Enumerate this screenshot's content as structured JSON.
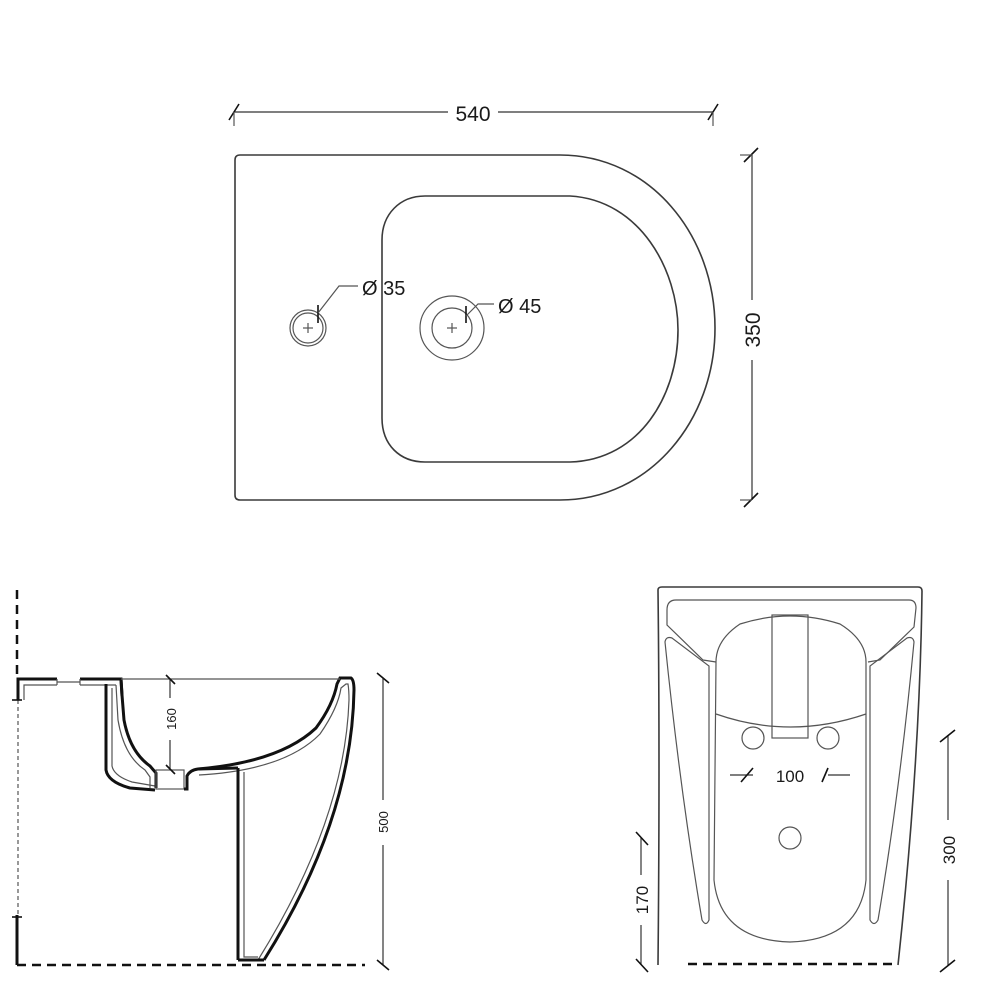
{
  "drawing": {
    "subject": "bidet technical dimensions",
    "units": "mm",
    "top_view": {
      "width_label": "540",
      "depth_label": "350",
      "hole_small_label": "Ø 35",
      "hole_large_label": "Ø 45"
    },
    "side_view": {
      "bowl_depth_label": "160",
      "height_label": "500"
    },
    "rear_view": {
      "inlet_spacing_label": "100",
      "right_height_label": "300",
      "left_height_label": "170"
    }
  },
  "colors": {
    "line": "#111111",
    "dimension": "#333333",
    "background": "#ffffff"
  }
}
